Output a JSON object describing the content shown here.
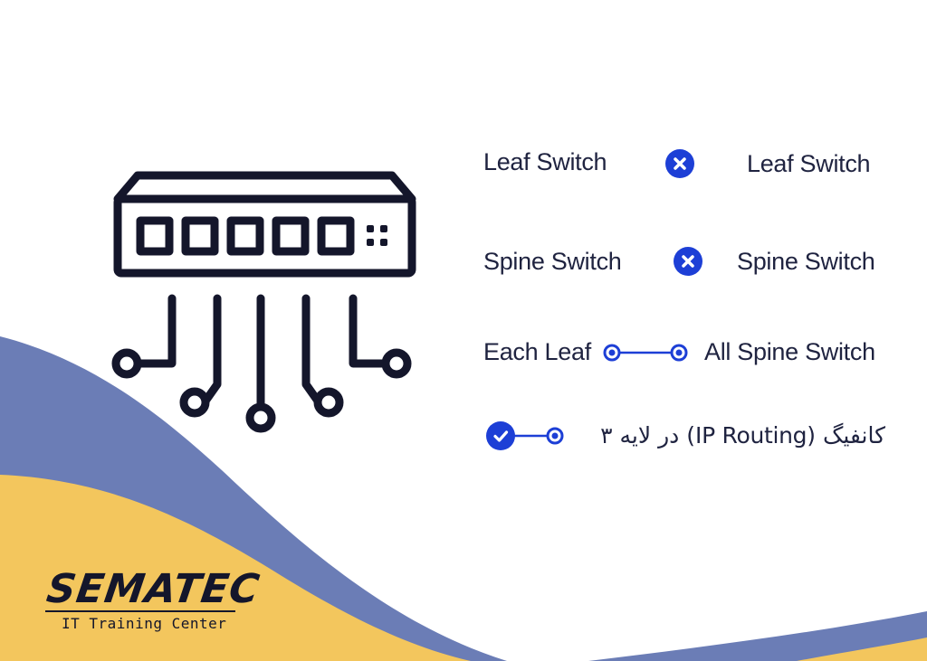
{
  "colors": {
    "navy": "#14162b",
    "accent_blue": "#1d3fd6",
    "wave_blue": "#6b7db6",
    "wave_yellow": "#f3c65d",
    "text": "#1f2340"
  },
  "rules": [
    {
      "left": "Leaf Switch",
      "connector": "x-icon",
      "right": "Leaf Switch"
    },
    {
      "left": "Spine Switch",
      "connector": "x-icon",
      "right": "Spine Switch"
    },
    {
      "left": "Each Leaf",
      "connector": "link-icon",
      "right": "All Spine Switch"
    },
    {
      "text": "کانفیگ (IP Routing) در لایه ۳",
      "connector": "check-link-icon"
    }
  ],
  "logo": {
    "name": "SEMATEC",
    "tagline": "IT Training Center"
  }
}
